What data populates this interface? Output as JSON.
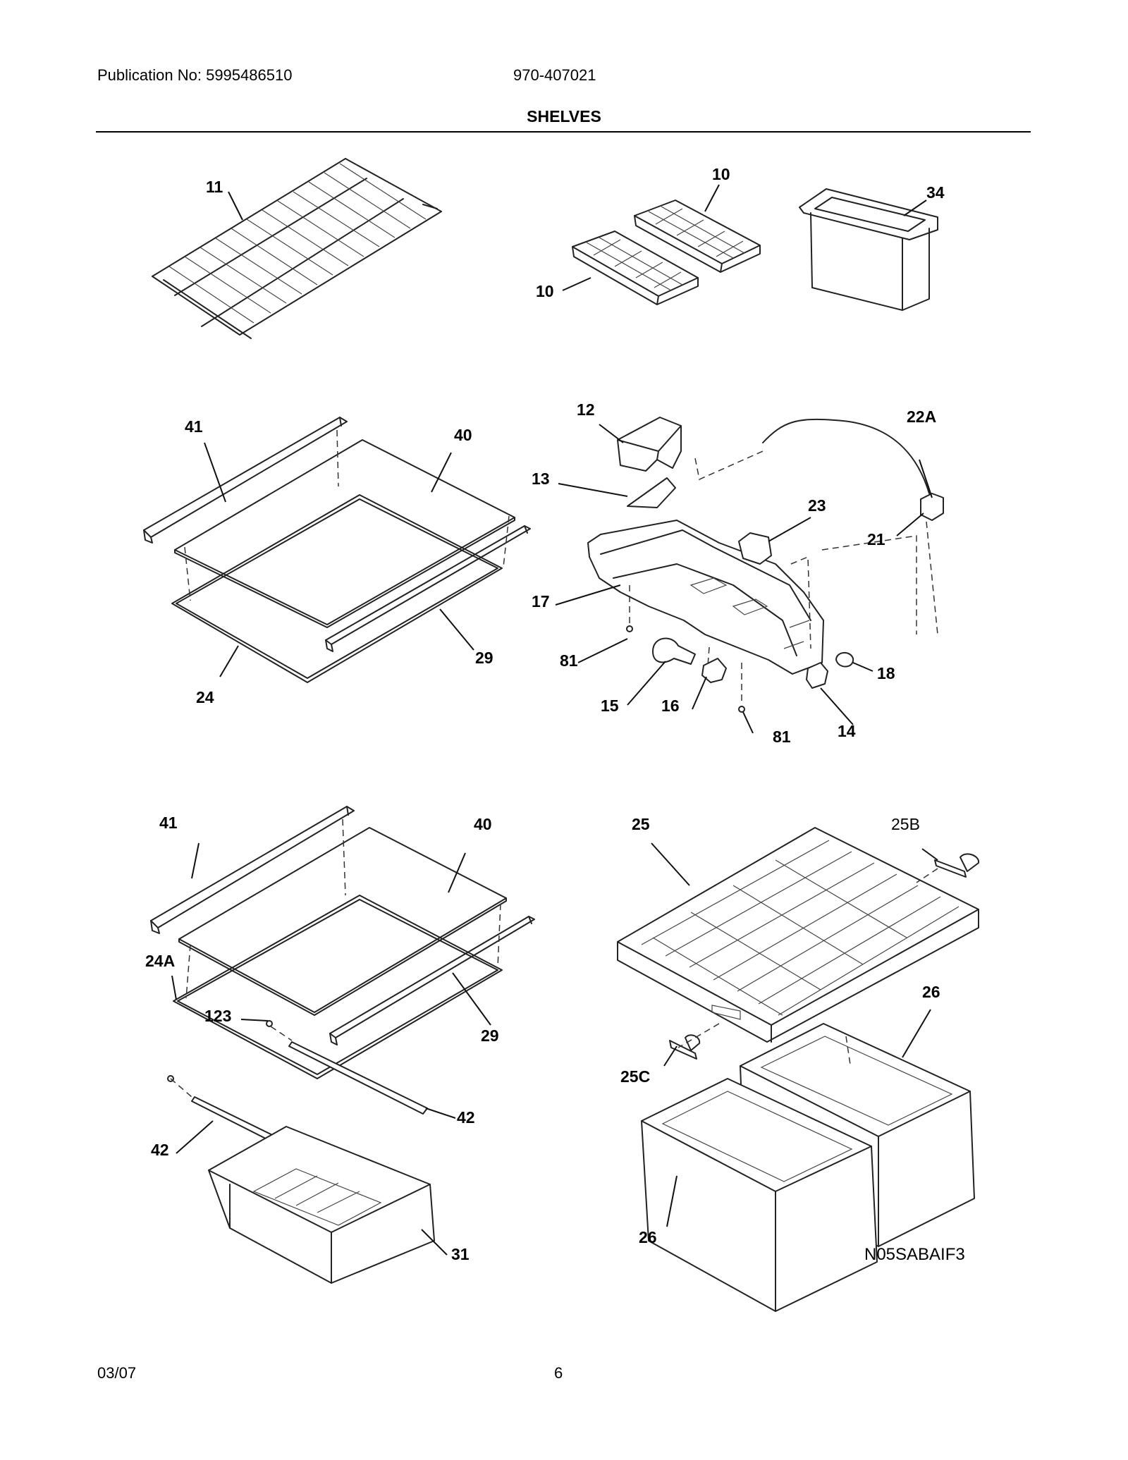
{
  "header": {
    "publication": "Publication No: 5995486510",
    "model": "970-407021",
    "title": "SHELVES"
  },
  "footer": {
    "date": "03/07",
    "page": "6",
    "diagram_code": "N05SABAIF3"
  },
  "callouts": {
    "shelf_wire": "11",
    "ice_tray_top": "10",
    "ice_tray_bottom": "10",
    "bin_small": "34",
    "trim_front_1": "41",
    "glass_shelf_1": "40",
    "trim_rear_1": "29",
    "frame_1": "24",
    "ice_bucket": "12",
    "flapper": "13",
    "control_housing": "17",
    "screw_left": "81",
    "bulb": "15",
    "socket": "16",
    "screw_right": "81",
    "switch": "14",
    "knob": "18",
    "harness": "22A",
    "thermostat": "21",
    "damper": "23",
    "trim_front_2": "41",
    "glass_shelf_2": "40",
    "frame_2": "24A",
    "screw_123": "123",
    "trim_rear_2": "29",
    "slide_right": "42",
    "slide_left": "42",
    "drawer": "31",
    "crisper_cover": "25",
    "cover_bracket_right": "25B",
    "cover_bracket_left": "25C",
    "crisper_right": "26",
    "crisper_left": "26"
  }
}
